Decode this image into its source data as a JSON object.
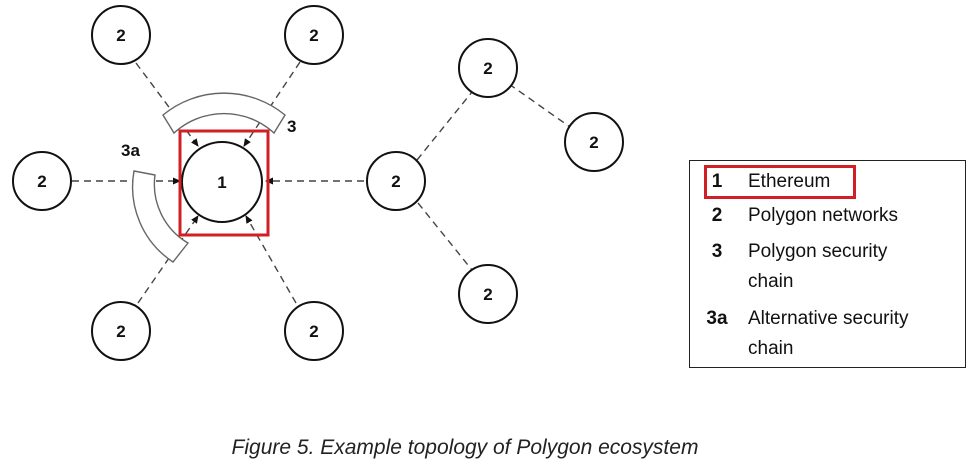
{
  "colors": {
    "highlight": "#d01f26",
    "ink": "#111111"
  },
  "diagram": {
    "center_node": {
      "label": "1"
    },
    "network_nodes": [
      {
        "id": "top-left",
        "label": "2"
      },
      {
        "id": "top-right",
        "label": "2"
      },
      {
        "id": "left",
        "label": "2"
      },
      {
        "id": "bottom-left",
        "label": "2"
      },
      {
        "id": "bottom-right",
        "label": "2"
      },
      {
        "id": "hub-right",
        "label": "2"
      },
      {
        "id": "upper-far",
        "label": "2"
      },
      {
        "id": "right-far",
        "label": "2"
      },
      {
        "id": "lower-far",
        "label": "2"
      }
    ],
    "security_chain_label": "3",
    "alt_security_chain_label": "3a"
  },
  "legend": {
    "items": [
      {
        "key": "1",
        "lines": [
          "Ethereum"
        ]
      },
      {
        "key": "2",
        "lines": [
          "Polygon networks"
        ]
      },
      {
        "key": "3",
        "lines": [
          "Polygon security",
          "chain"
        ]
      },
      {
        "key": "3a",
        "lines": [
          "Alternative security",
          "chain"
        ]
      }
    ]
  },
  "caption": "Figure 5. Example topology of Polygon ecosystem"
}
